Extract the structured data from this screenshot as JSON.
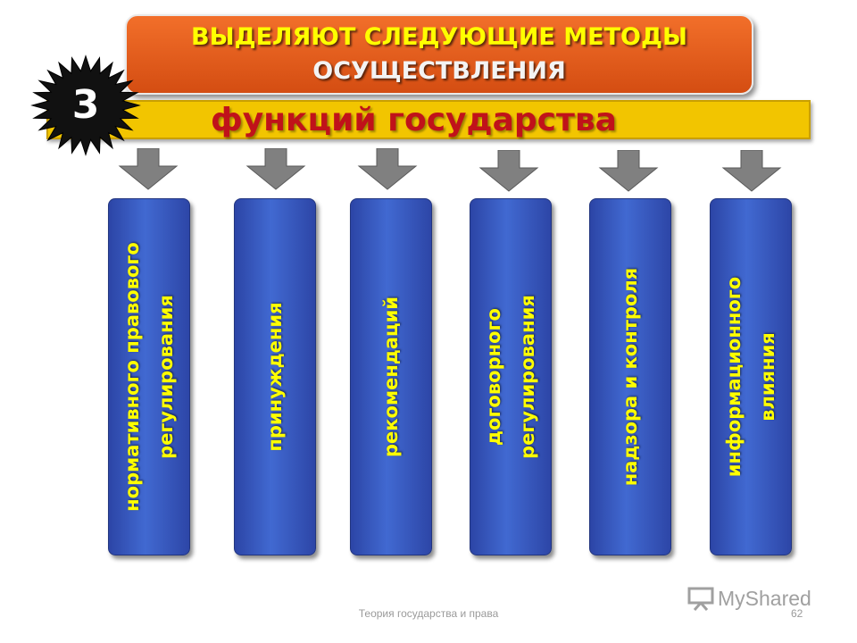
{
  "title": {
    "line1": "ВЫДЕЛЯЮТ СЛЕДУЮЩИЕ МЕТОДЫ",
    "line2": "ОСУЩЕСТВЛЕНИЯ"
  },
  "subtitle": "функций государства",
  "badge": "3",
  "methods": [
    "нормативного правового\nрегулирования",
    "принуждения",
    "рекомендаций",
    "договорного\nрегулирования",
    "надзора и контроля",
    "информационного\nвлияния"
  ],
  "footer": "Теория государства и права",
  "page_number": "62",
  "watermark": {
    "brand": "MyShared"
  },
  "colors": {
    "title_bg": "#e35d1c",
    "title_text": "#ffff00",
    "bar_bg": "#f2c500",
    "subtitle_text": "#c0121a",
    "card_bg": "#3355bb",
    "card_text": "#ffff00",
    "arrow": "#808080"
  }
}
